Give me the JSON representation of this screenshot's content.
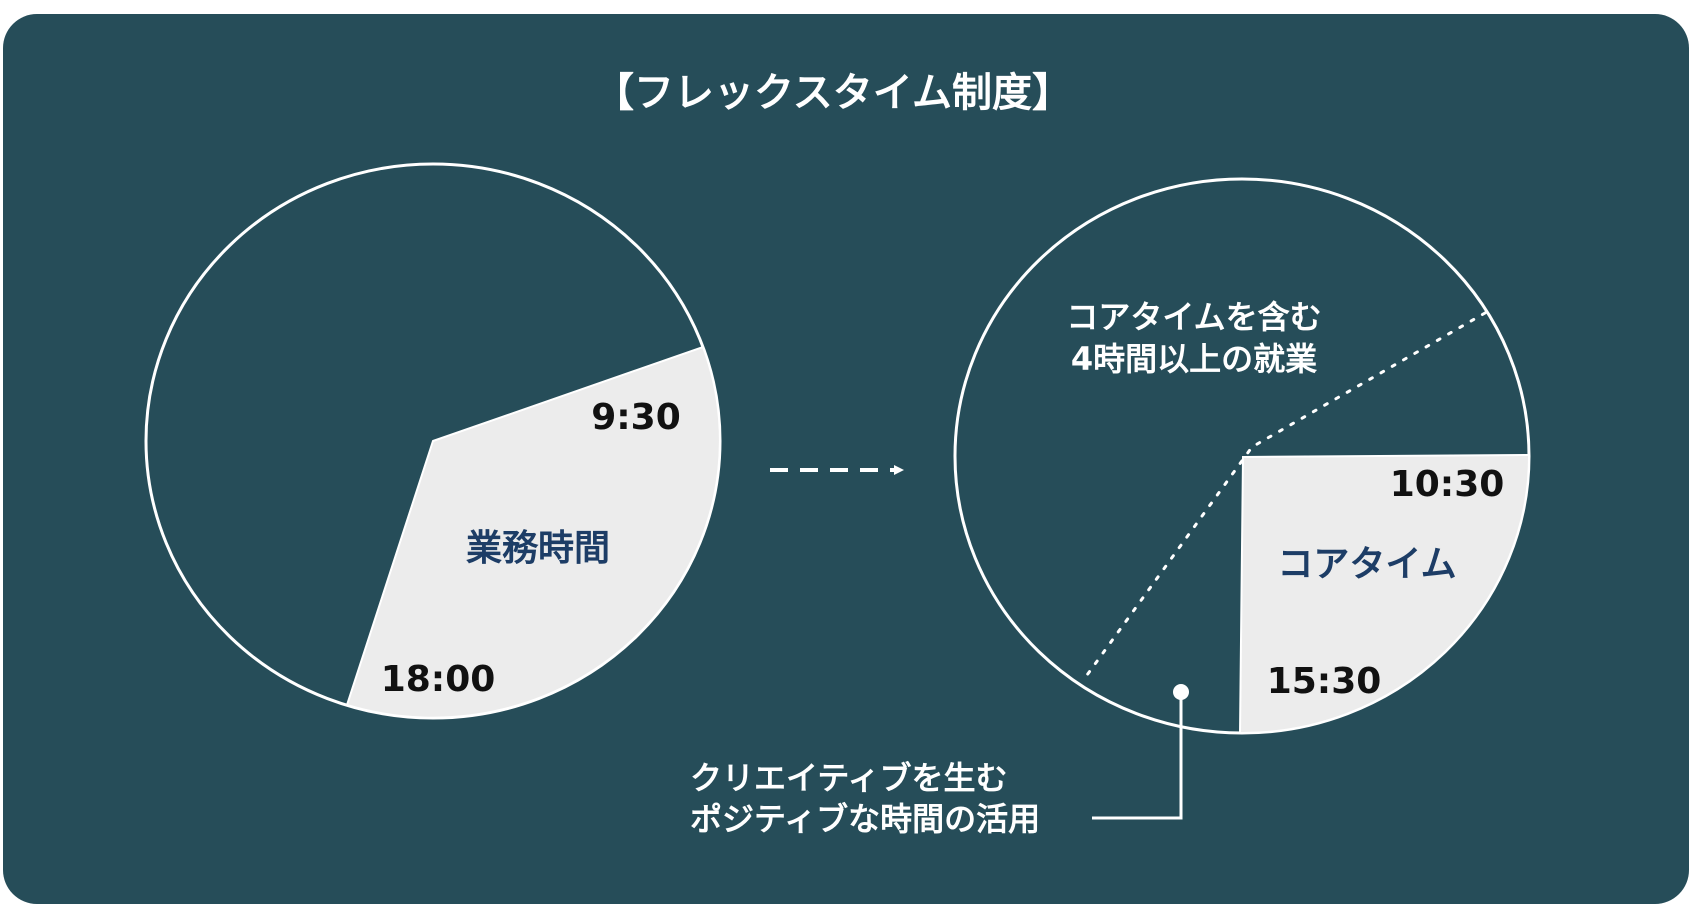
{
  "title": "【フレックスタイム制度】",
  "colors": {
    "background_panel": "#264d59",
    "white": "#ffffff",
    "slice_fill": "#ececec",
    "dark_text": "#111111",
    "navy_text": "#1d3d66"
  },
  "left_clock": {
    "slice_label": "業務時間",
    "start_time": "9:30",
    "end_time": "18:00"
  },
  "right_clock": {
    "flex_label_line1": "コアタイムを含む",
    "flex_label_line2": "4時間以上の就業",
    "core_label": "コアタイム",
    "start_time": "10:30",
    "end_time": "15:30"
  },
  "callout": {
    "line1": "クリエイティブを生む",
    "line2": "ポジティブな時間の活用"
  }
}
